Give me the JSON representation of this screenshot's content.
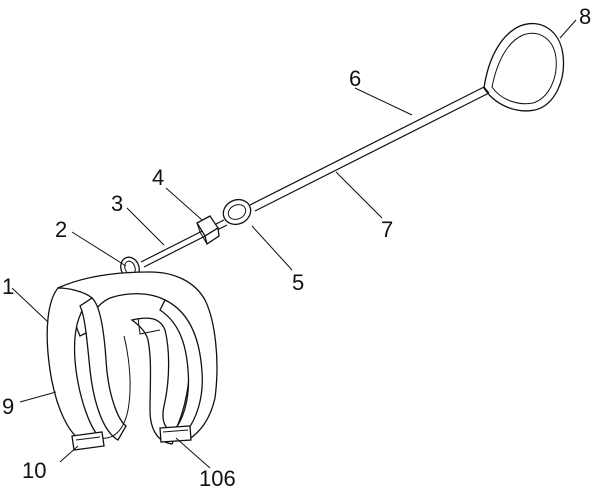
{
  "labels": {
    "l1": "1",
    "l2": "2",
    "l3": "3",
    "l4": "4",
    "l5": "5",
    "l6": "6",
    "l7": "7",
    "l8": "8",
    "l9": "9",
    "l10": "10",
    "l106": "106"
  }
}
